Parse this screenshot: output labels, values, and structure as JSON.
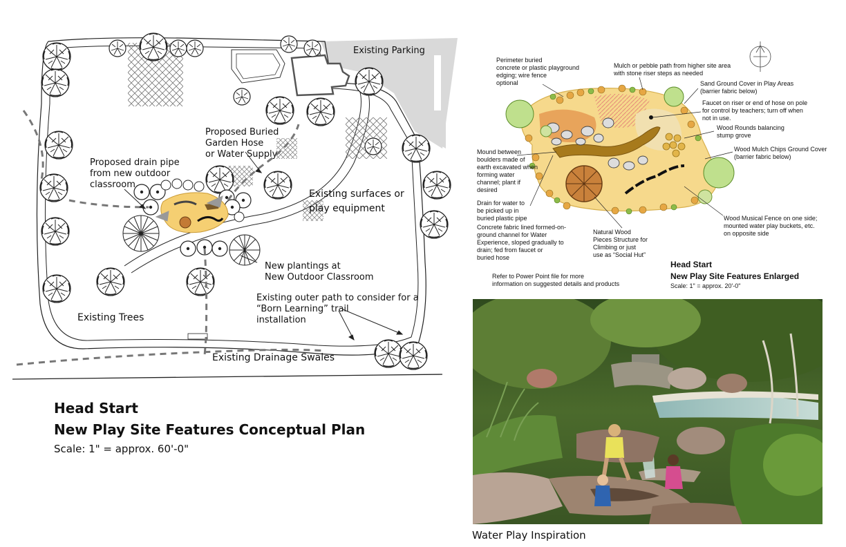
{
  "site_plan": {
    "labels": {
      "existing_parking": "Existing Parking",
      "proposed_hose": [
        "Proposed Buried",
        "Garden Hose",
        "or Water Supply"
      ],
      "drain_pipe": [
        "Proposed drain pipe",
        "from new outdoor",
        "classroom"
      ],
      "existing_surfaces": [
        "Existing surfaces or",
        "play equipment"
      ],
      "new_plantings": [
        "New plantings at",
        "New Outdoor Classroom"
      ],
      "outer_path": [
        "Existing outer path to consider for a",
        "“Born Learning” trail",
        "installation"
      ],
      "existing_trees": "Existing Trees",
      "drainage_swales": "Existing Drainage Swales"
    },
    "title_line1": "Head Start",
    "title_line2": "New Play Site Features Conceptual Plan",
    "scale": "Scale: 1\" = approx. 60'-0\""
  },
  "enlarged_plan": {
    "notes": {
      "perimeter": [
        "Perimeter buried",
        "concrete or plastic playground",
        "edging; wire fence",
        "optional"
      ],
      "mulch_path": [
        "Mulch or pebble path from higher site area",
        "with stone riser steps as needed"
      ],
      "sand_cover": [
        "Sand Ground Cover in Play Areas",
        "(barrier fabric below)"
      ],
      "faucet": [
        "Faucet on riser or end of hose on pole",
        "for control by teachers; turn off when",
        "not in use."
      ],
      "wood_rounds": [
        "Wood Rounds balancing",
        "stump grove"
      ],
      "wood_mulch": [
        "Wood Mulch Chips Ground Cover",
        "(barrier fabric below)"
      ],
      "mound": [
        "Mound between",
        "boulders made of",
        "earth excavated when",
        "forming water",
        "channel; plant if",
        "desired"
      ],
      "drain": [
        "Drain for water to",
        "be picked up in",
        "buried plastic pipe"
      ],
      "channel": [
        "Concrete fabric lined formed-on-",
        "ground channel for Water",
        "Experience, sloped gradually to",
        "drain; fed from faucet or",
        "buried hose"
      ],
      "natural_wood": [
        "Natural Wood",
        "Pieces Structure for",
        "Climbing or just",
        "use as “Social Hut”"
      ],
      "musical_fence": [
        "Wood Musical Fence on one side;",
        "mounted water play buckets, etc.",
        "on opposite side"
      ],
      "power_point": [
        "Refer to Power Point file for more",
        "information on suggested details and products"
      ]
    },
    "title_line1": "Head Start",
    "title_line2": "New Play Site Features Enlarged",
    "scale": "Scale: 1\" = approx. 20'-0\""
  },
  "photo": {
    "caption": "Water Play Inspiration"
  }
}
